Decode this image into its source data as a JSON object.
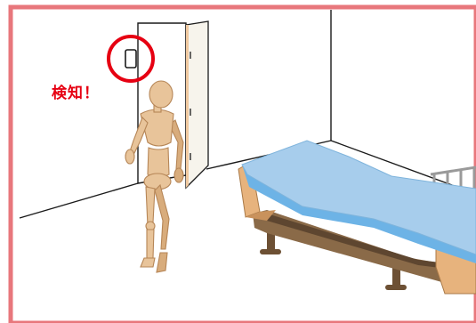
{
  "alert": {
    "label": "検知！",
    "color": "#e60012"
  },
  "colors": {
    "frame": "#e8777c",
    "wall_line": "#1a1a1a",
    "door": "#f7f4ec",
    "door_edge": "#f0c9a0",
    "mannequin": "#e8c49a",
    "mannequin_shade": "#c99868",
    "mattress_top": "#a7cdec",
    "mattress_side": "#6db3e6",
    "bed_wood": "#e7b37d",
    "bed_frame": "#6d5034",
    "rail": "#9a9a9a"
  },
  "icons": {
    "sensor": "motion-sensor-icon",
    "figure": "mannequin-person",
    "bed": "care-bed"
  }
}
